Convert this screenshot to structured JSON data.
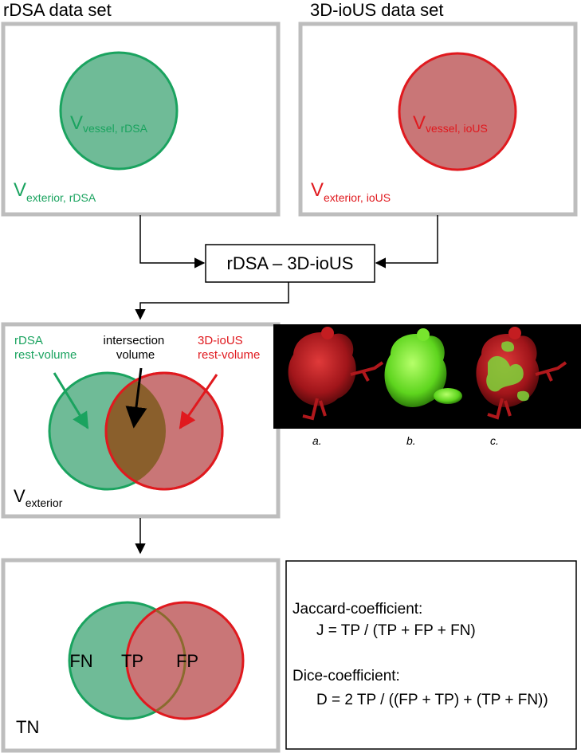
{
  "headers": {
    "left": "rDSA data set",
    "right": "3D-ioUS data set"
  },
  "panel_rdsa": {
    "circle_label": "V",
    "circle_sub": "vessel, rDSA",
    "exterior_label": "V",
    "exterior_sub": "exterior, rDSA"
  },
  "panel_ious": {
    "circle_label": "V",
    "circle_sub": "vessel, ioUS",
    "exterior_label": "V",
    "exterior_sub": "exterior, ioUS"
  },
  "diff_box": "rDSA – 3D-ioUS",
  "venn": {
    "left_label": [
      "rDSA",
      "rest-volume"
    ],
    "middle_label": [
      "intersection",
      "volume"
    ],
    "right_label": [
      "3D-ioUS",
      "rest-volume"
    ],
    "exterior_label": "V",
    "exterior_sub": "exterior"
  },
  "render_captions": [
    "a.",
    "b.",
    "c."
  ],
  "confusion": {
    "fn": "FN",
    "tp": "TP",
    "fp": "FP",
    "tn": "TN"
  },
  "formulas": {
    "jaccard_title": "Jaccard-coefficient:",
    "jaccard_formula": "J = TP / (TP + FP + FN)",
    "dice_title": "Dice-coefficient:",
    "dice_formula": "D = 2 TP / ((FP + TP) + (TP + FN))"
  },
  "colors": {
    "green": "#1aa35f",
    "green_fill": "#6fbb97",
    "red": "#e0191e",
    "red_fill": "#c97677",
    "overlap": "#8a5f2c",
    "frame": "#bdbdbd"
  }
}
